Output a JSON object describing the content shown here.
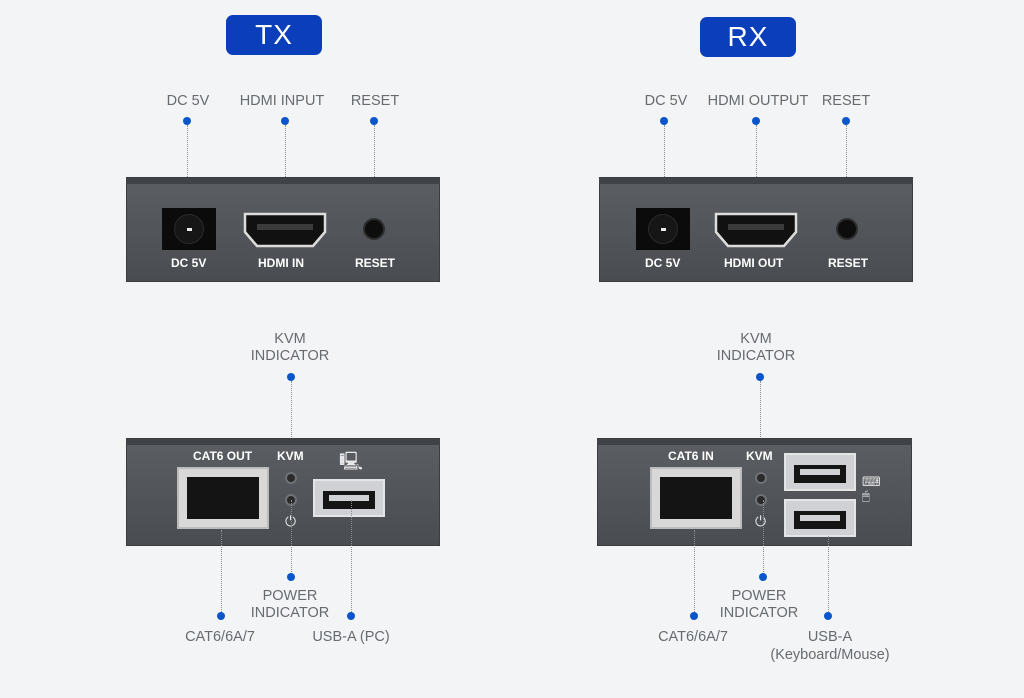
{
  "tx": {
    "badge": "TX",
    "top_callouts": {
      "dc": "DC 5V",
      "hdmi": "HDMI INPUT",
      "reset": "RESET"
    },
    "front_panel": {
      "dc": "DC 5V",
      "hdmi": "HDMI IN",
      "reset": "RESET"
    },
    "kvm_callout": [
      "KVM",
      "INDICATOR"
    ],
    "rear_panel": {
      "cat6": "CAT6 OUT",
      "kvm": "KVM"
    },
    "bottom_callouts": {
      "power": [
        "POWER",
        "INDICATOR"
      ],
      "cat6": "CAT6/6A/7",
      "usb": [
        "USB-A (PC)"
      ]
    },
    "usb_icon": "pc-icon",
    "power_icon": "power-icon"
  },
  "rx": {
    "badge": "RX",
    "top_callouts": {
      "dc": "DC 5V",
      "hdmi": "HDMI OUTPUT",
      "reset": "RESET"
    },
    "front_panel": {
      "dc": "DC 5V",
      "hdmi": "HDMI OUT",
      "reset": "RESET"
    },
    "kvm_callout": [
      "KVM",
      "INDICATOR"
    ],
    "rear_panel": {
      "cat6": "CAT6 IN",
      "kvm": "KVM"
    },
    "bottom_callouts": {
      "power": [
        "POWER",
        "INDICATOR"
      ],
      "cat6": "CAT6/6A/7",
      "usb": [
        "USB-A",
        "(Keyboard/Mouse)"
      ]
    },
    "usb_icon": "keyboard-mouse-icon",
    "power_icon": "power-icon"
  },
  "colors": {
    "badge": "#0a3ebb",
    "callout_dot": "#0a55c9",
    "panel": "#505358",
    "background": "#f3f4f5"
  }
}
